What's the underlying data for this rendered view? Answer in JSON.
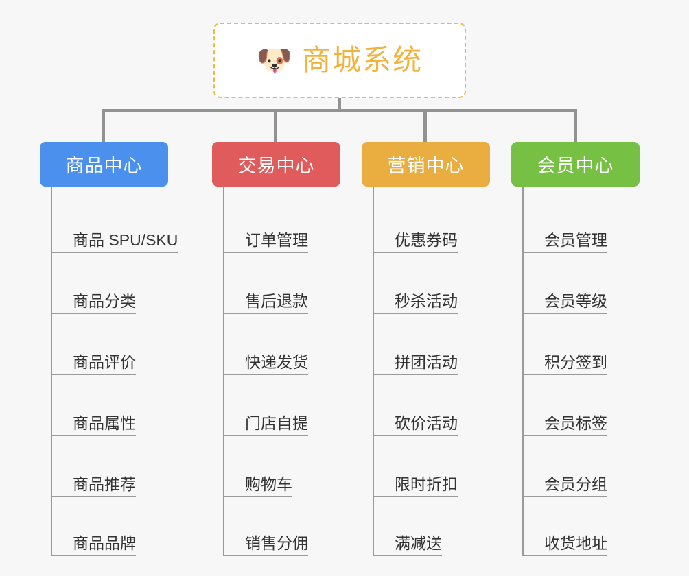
{
  "root": {
    "icon": "dog-face-icon",
    "icon_glyph": "🐶",
    "label": "商城系统",
    "accent_color": "#f2b33d"
  },
  "columns": [
    {
      "id": "product-center",
      "label": "商品中心",
      "color": "#4a90ec",
      "items": [
        "商品 SPU/SKU",
        "商品分类",
        "商品评价",
        "商品属性",
        "商品推荐",
        "商品品牌"
      ]
    },
    {
      "id": "trade-center",
      "label": "交易中心",
      "color": "#e05c5c",
      "items": [
        "订单管理",
        "售后退款",
        "快递发货",
        "门店自提",
        "购物车",
        "销售分佣"
      ]
    },
    {
      "id": "marketing-center",
      "label": "营销中心",
      "color": "#eaad40",
      "items": [
        "优惠券码",
        "秒杀活动",
        "拼团活动",
        "砍价活动",
        "限时折扣",
        "满减送"
      ]
    },
    {
      "id": "member-center",
      "label": "会员中心",
      "color": "#76c043",
      "items": [
        "会员管理",
        "会员等级",
        "积分签到",
        "会员标签",
        "会员分组",
        "收货地址"
      ]
    }
  ],
  "canvas": {
    "background_color": "#f7f7f7",
    "connector_color": "#929292"
  }
}
